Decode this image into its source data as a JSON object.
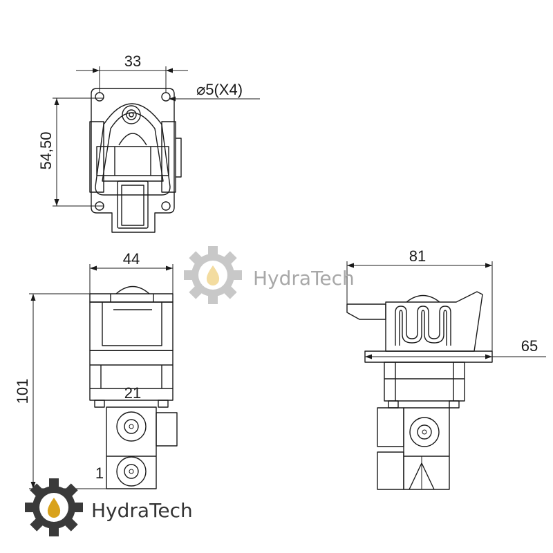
{
  "dimensions": {
    "top_width": "33",
    "hole_spec": "⌀5(X4)",
    "top_height": "54,50",
    "front_width": "44",
    "front_height": "101",
    "port_upper": "21",
    "port_lower": "1",
    "side_width": "81",
    "side_flange": "65"
  },
  "watermarks": [
    {
      "text": "HydraTech"
    },
    {
      "text": "HydraTech"
    }
  ],
  "colors": {
    "line": "#1a1a1a",
    "gear_light": "#c8c8c8",
    "gear_dark": "#3a3a3a",
    "drop": "#d9a21b",
    "drop_light": "#f3dca0",
    "brand_light": "#a8a8a8",
    "brand_dark": "#333333"
  }
}
